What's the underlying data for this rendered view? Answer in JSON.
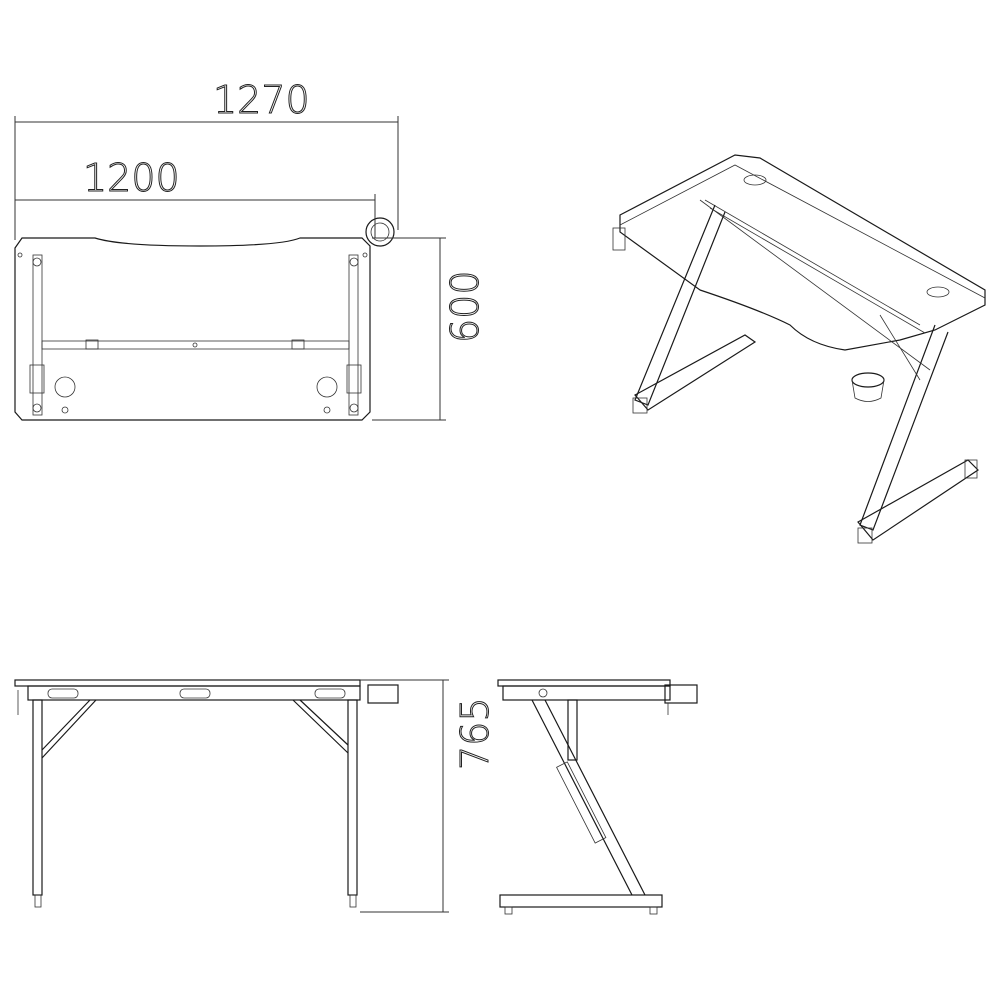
{
  "dimensions": {
    "overall_width": "1270",
    "top_width": "1200",
    "depth": "600",
    "height": "765"
  },
  "views": [
    "top-view",
    "isometric-view",
    "front-view",
    "side-view"
  ]
}
